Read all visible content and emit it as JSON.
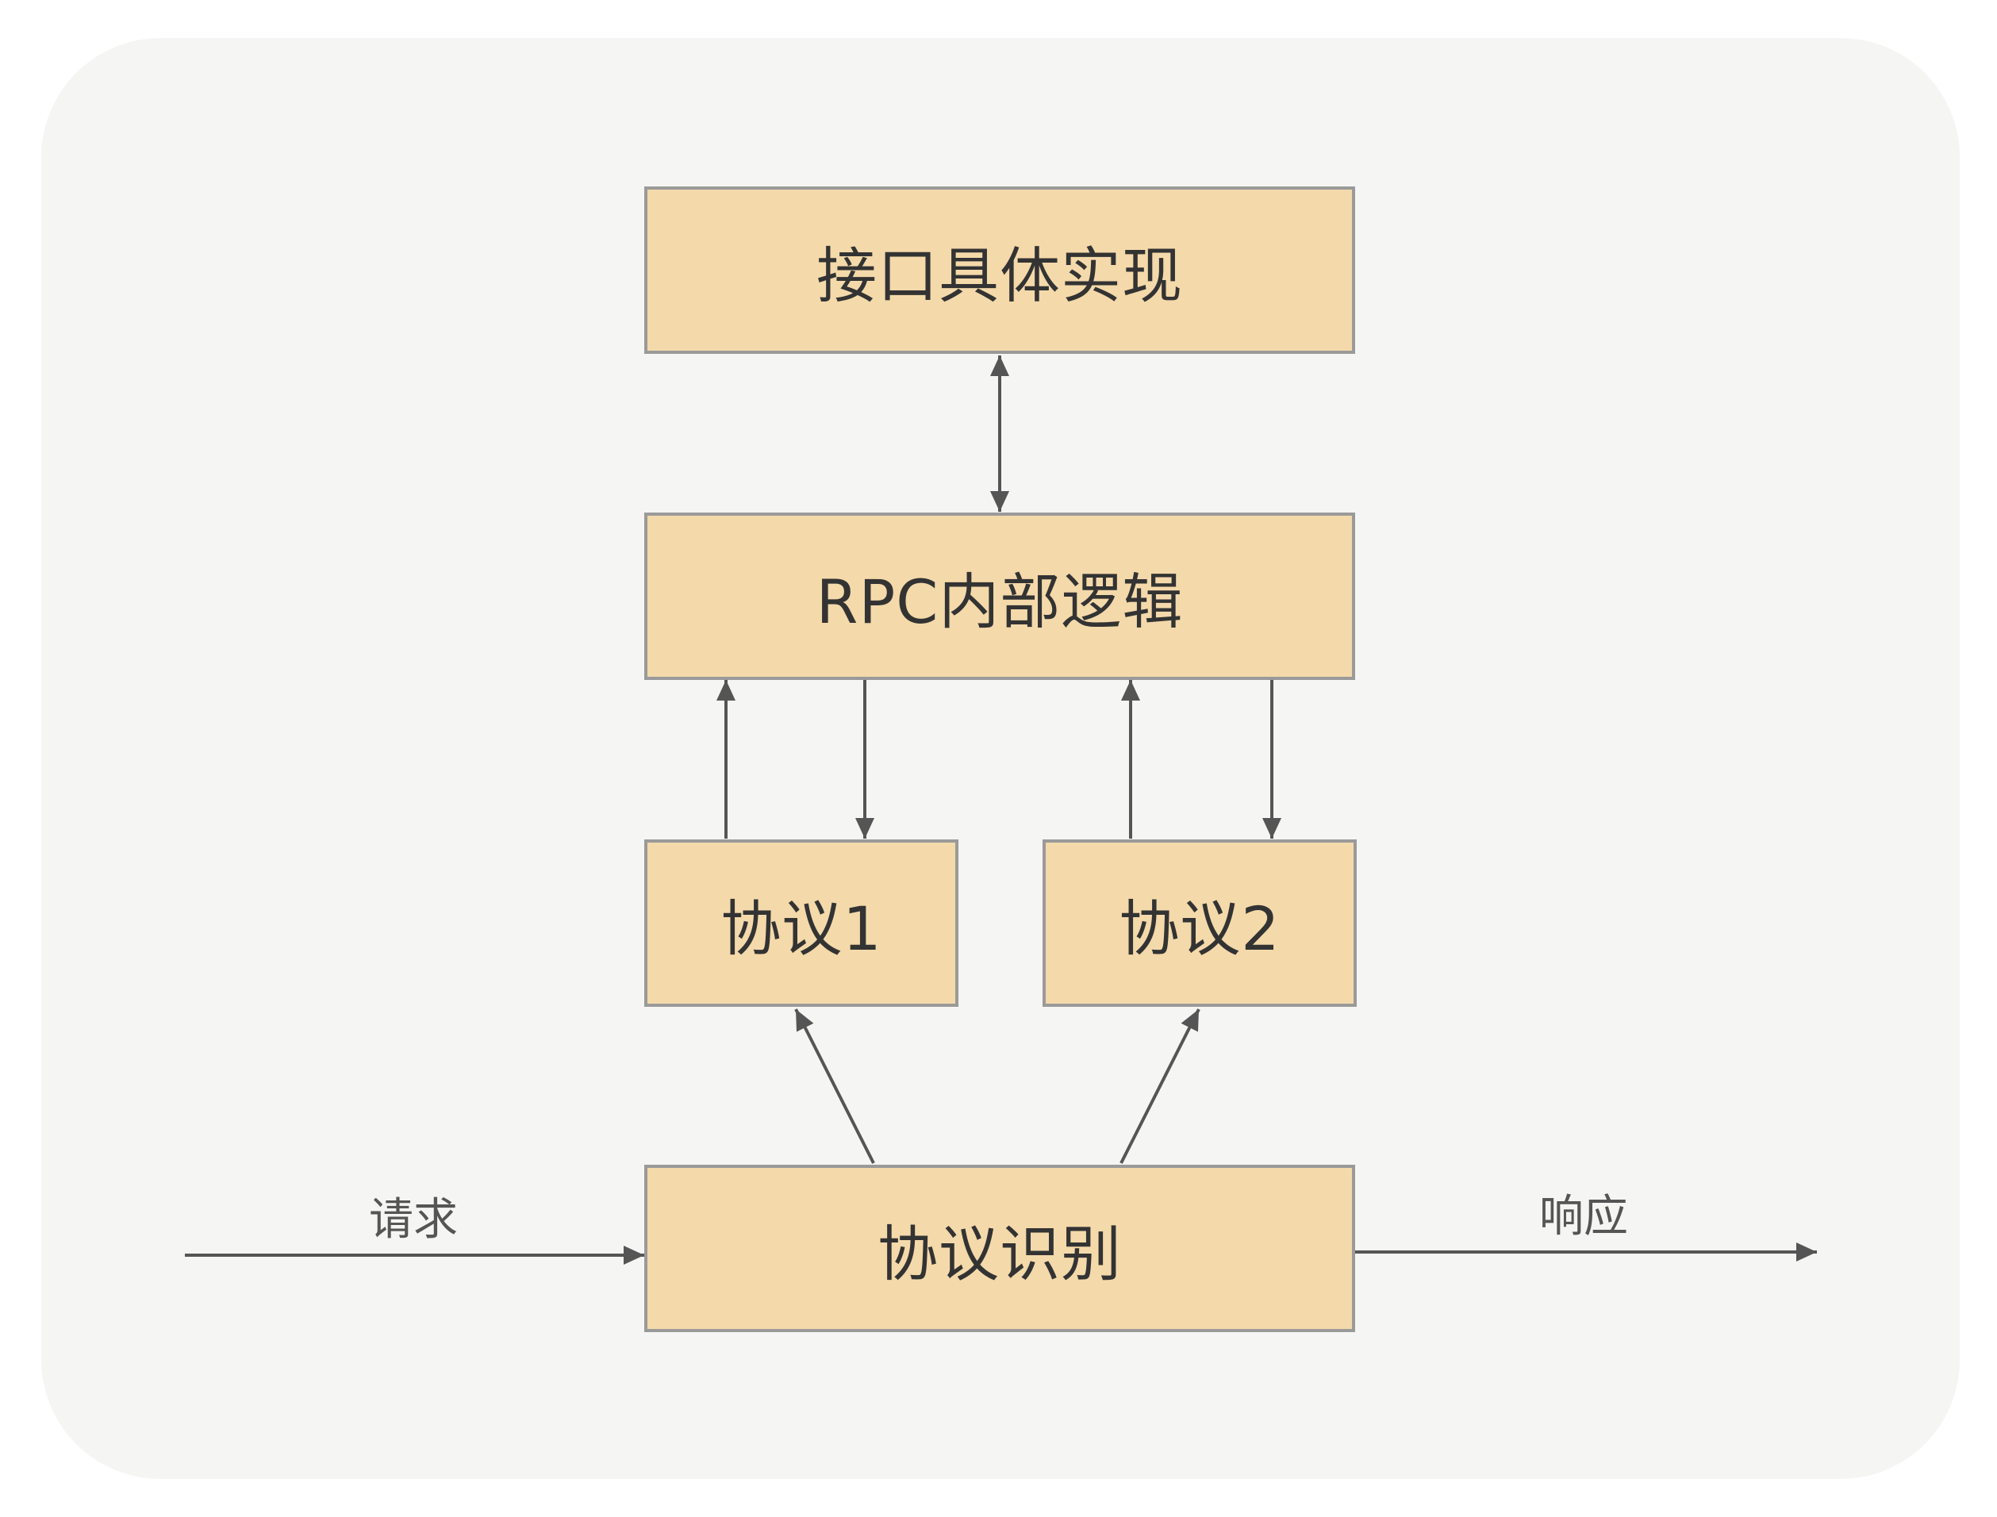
{
  "diagram": {
    "nodes": {
      "impl": {
        "label": "接口具体实现"
      },
      "rpc_logic": {
        "label": "RPC内部逻辑"
      },
      "protocol1": {
        "label": "协议1"
      },
      "protocol2": {
        "label": "协议2"
      },
      "protocol_detect": {
        "label": "协议识别"
      }
    },
    "labels": {
      "request": "请求",
      "response": "响应"
    },
    "edges": [
      {
        "from": "impl",
        "to": "rpc_logic",
        "bidirectional": true
      },
      {
        "from": "protocol1",
        "to": "rpc_logic"
      },
      {
        "from": "rpc_logic",
        "to": "protocol1"
      },
      {
        "from": "protocol2",
        "to": "rpc_logic"
      },
      {
        "from": "rpc_logic",
        "to": "protocol2"
      },
      {
        "from": "protocol_detect",
        "to": "protocol1"
      },
      {
        "from": "protocol_detect",
        "to": "protocol2"
      },
      {
        "from": "request",
        "to": "protocol_detect"
      },
      {
        "from": "protocol_detect",
        "to": "response"
      }
    ],
    "colors": {
      "box_fill": "#f4d9aa",
      "box_border": "#9a9a9a",
      "arrow": "#555555",
      "background": "#f5f5f3"
    }
  }
}
